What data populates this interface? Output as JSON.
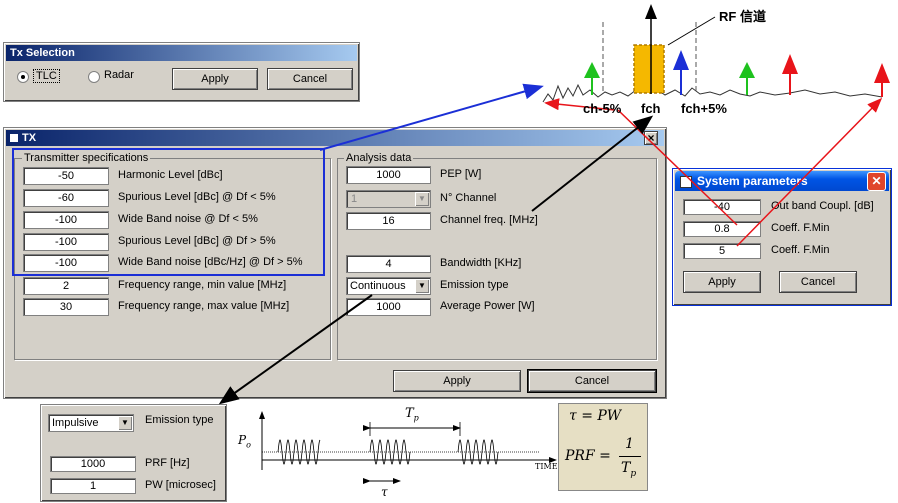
{
  "tx_selection": {
    "title": "Tx Selection",
    "option_tlc": "TLC",
    "option_radar": "Radar",
    "apply": "Apply",
    "cancel": "Cancel"
  },
  "tx": {
    "title": "TX",
    "close": "×",
    "transmitter_group": "Transmitter specifications",
    "analysis_group": "Analysis data",
    "transmitter_rows": [
      {
        "value": "-50",
        "label": "Harmonic Level [dBc]"
      },
      {
        "value": "-60",
        "label": "Spurious Level [dBc] @ Df < 5%"
      },
      {
        "value": "-100",
        "label": "Wide Band noise @ Df < 5%"
      },
      {
        "value": "-100",
        "label": "Spurious Level [dBc] @ Df > 5%"
      },
      {
        "value": "-100",
        "label": "Wide Band noise [dBc/Hz] @ Df > 5%"
      },
      {
        "value": "2",
        "label": "Frequency range, min value [MHz]"
      },
      {
        "value": "30",
        "label": "Frequency range, max value [MHz]"
      }
    ],
    "pep": {
      "value": "1000",
      "label": "PEP  [W]"
    },
    "channel": {
      "value": "1",
      "label": "N° Channel"
    },
    "channel_freq": {
      "value": "16",
      "label": "Channel freq. [MHz]"
    },
    "bandwidth": {
      "value": "4",
      "label": "Bandwidth [KHz]"
    },
    "emission": {
      "value": "Continuous",
      "label": "Emission type"
    },
    "avg_power": {
      "value": "1000",
      "label": "Average Power [W]"
    },
    "apply": "Apply",
    "cancel": "Cancel"
  },
  "system_params": {
    "title": "System parameters",
    "rows": [
      {
        "value": "-40",
        "label": "Out band Coupl. [dB]"
      },
      {
        "value": "0.8",
        "label": "Coeff. F.Min"
      },
      {
        "value": "5",
        "label": "Coeff. F.Min"
      }
    ],
    "apply": "Apply",
    "cancel": "Cancel"
  },
  "impulsive": {
    "emission_value": "Impulsive",
    "emission_label": "Emission type",
    "prf_value": "1000",
    "prf_label": "PRF [Hz]",
    "pw_value": "1",
    "pw_label": "PW [microsec]"
  },
  "spectrum": {
    "rf_label": "RF 信道",
    "ch_minus": "ch-5%",
    "fch": "fch",
    "ch_plus": "fch+5%"
  },
  "pulse_diagram": {
    "tp": "T",
    "tp_sub": "p",
    "po": "P",
    "po_sub": "o",
    "tau": "τ",
    "time": "TIME"
  },
  "formula": {
    "tau_lhs": "τ = PW",
    "prf_lhs": "PRF =",
    "num": "1",
    "den": "T",
    "den_sub": "p"
  },
  "colors": {
    "highlight_box": "#1b2fd6",
    "arrow_red": "#e8141a",
    "arrow_green": "#1ec21e",
    "arrow_blue": "#1b2fd6",
    "channel_fill": "#f5b800",
    "formula_bg": "#e6dfc4"
  }
}
